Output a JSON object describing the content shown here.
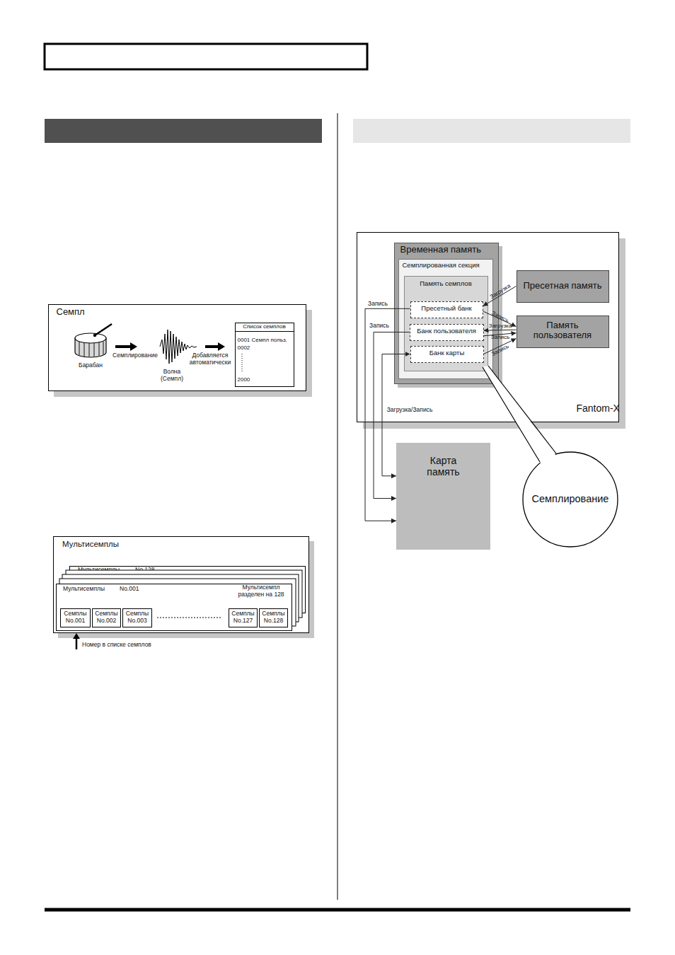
{
  "diagram": {
    "nodes": [
      {
        "text": [
          "Семпл"
        ]
      },
      {
        "text": [
          "Список семплов",
          "0001 Семпл польз.",
          "0002",
          "2000"
        ],
        "in": 0
      },
      {
        "text": [
          "Мультисемплы"
        ]
      },
      {
        "text": [
          "Мультисемплы",
          "No.128"
        ],
        "in": 2
      },
      {
        "text": [
          "Мультисемплы",
          "No.001",
          "Мультисемпл разделен на 128"
        ],
        "in": 2
      },
      {
        "text": [
          "Семплы No.001"
        ],
        "in": 4
      },
      {
        "text": [
          "Семплы No.002"
        ],
        "in": 4
      },
      {
        "text": [
          "Семплы No.003"
        ],
        "in": 4
      },
      {
        "text": [
          "Семплы No.127"
        ],
        "in": 4
      },
      {
        "text": [
          "Семплы No.128"
        ],
        "in": 4
      },
      {
        "text": [
          "Fantom-X"
        ]
      },
      {
        "text": [
          "Временная память"
        ],
        "in": 10
      },
      {
        "text": [
          "Семплированная секция"
        ],
        "in": 11
      },
      {
        "text": [
          "Память семплов"
        ],
        "in": 12
      },
      {
        "text": [
          "Пресетный банк"
        ],
        "in": 13
      },
      {
        "text": [
          "Банк пользователя"
        ],
        "in": 13
      },
      {
        "text": [
          "Банк карты"
        ],
        "in": 13
      },
      {
        "text": [
          "Пресетная память"
        ],
        "in": 10
      },
      {
        "text": [
          "Память пользователя"
        ],
        "in": 10
      },
      {
        "text": [
          "Карта память"
        ]
      },
      {
        "text": [
          "Семплирование"
        ]
      }
    ],
    "edges": [
      {
        "from": 17,
        "to": 14,
        "label": "Загрузка",
        "arrow": "to"
      },
      {
        "from": 14,
        "to": 18,
        "label": "Запись",
        "arrow": "to"
      },
      {
        "from": 18,
        "to": 15,
        "label": "Загрузка",
        "arrow": "to"
      },
      {
        "from": 15,
        "to": 18,
        "label": "Запись",
        "arrow": "to"
      },
      {
        "from": 16,
        "to": 18,
        "label": "Запись",
        "arrow": "to"
      },
      {
        "from": 14,
        "to": 19,
        "label": "Запись",
        "arrow": "to"
      },
      {
        "from": 15,
        "to": 19,
        "label": "Запись",
        "arrow": "to"
      },
      {
        "from": 16,
        "to": 19,
        "label": "Загрузка/Запись",
        "arrow": "both"
      }
    ],
    "labels": [
      "Барабан",
      "Семплирование",
      "Волна (Семпл)",
      "Добавляется автоматически",
      "Номер в списке семплов"
    ]
  }
}
